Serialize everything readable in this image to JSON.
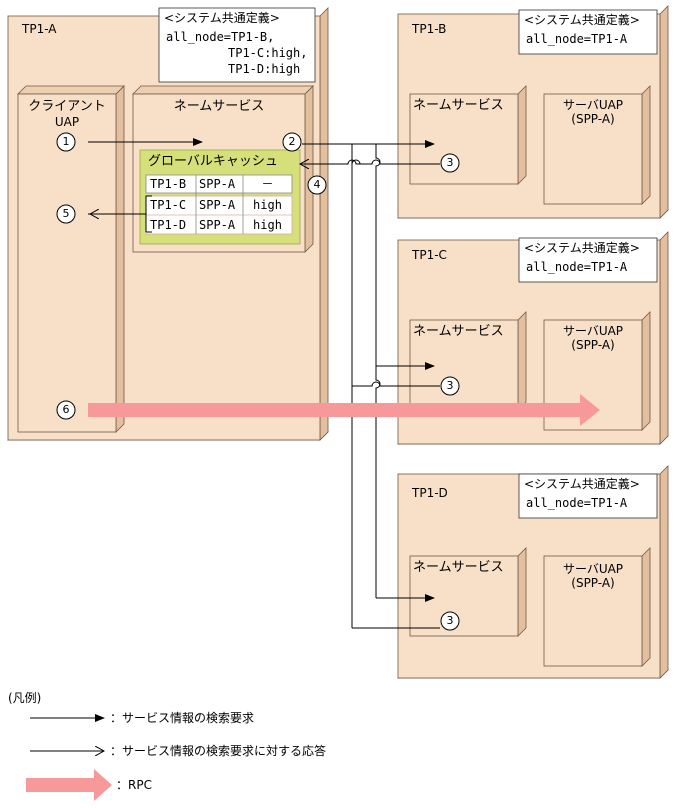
{
  "nodes": {
    "a": {
      "label": "TP1-A",
      "definition": {
        "heading": "<システム共通定義>",
        "line1": "all_node=TP1-B,",
        "line2": "TP1-C:high,",
        "line3": "TP1-D:high"
      },
      "client": {
        "label1": "クライアント",
        "label2": "UAP"
      },
      "name_service": "ネームサービス",
      "cache": {
        "title": "グローバルキャッシュ",
        "rows": [
          {
            "node": "TP1-B",
            "server": "SPP-A",
            "priority": "－"
          },
          {
            "node": "TP1-C",
            "server": "SPP-A",
            "priority": "high"
          },
          {
            "node": "TP1-D",
            "server": "SPP-A",
            "priority": "high"
          }
        ]
      }
    },
    "b": {
      "label": "TP1-B",
      "definition": {
        "heading": "<システム共通定義>",
        "line1": "all_node=TP1-A"
      },
      "name_service": "ネームサービス",
      "server": {
        "label1": "サーバUAP",
        "label2": "(SPP-A)"
      }
    },
    "c": {
      "label": "TP1-C",
      "definition": {
        "heading": "<システム共通定義>",
        "line1": "all_node=TP1-A"
      },
      "name_service": "ネームサービス",
      "server": {
        "label1": "サーバUAP",
        "label2": "(SPP-A)"
      }
    },
    "d": {
      "label": "TP1-D",
      "definition": {
        "heading": "<システム共通定義>",
        "line1": "all_node=TP1-A"
      },
      "name_service": "ネームサービス",
      "server": {
        "label1": "サーバUAP",
        "label2": "(SPP-A)"
      }
    }
  },
  "steps": {
    "s1": "1",
    "s2": "2",
    "s3b": "3",
    "s3c": "3",
    "s3d": "3",
    "s4": "4",
    "s5": "5",
    "s6": "6"
  },
  "legend": {
    "title": "(凡例)",
    "request": "：サービス情報の検索要求",
    "response": "：サービス情報の検索要求に対する応答",
    "rpc": "：RPC"
  },
  "colors": {
    "box_fill": "#f8dfc8",
    "box_side": "#e3bf9e",
    "box_stroke": "#6e5a48",
    "cache_fill": "#d6e07a",
    "cache_row_border": "#e0a6a6",
    "rpc_arrow": "#f7999b",
    "line": "#000000"
  }
}
